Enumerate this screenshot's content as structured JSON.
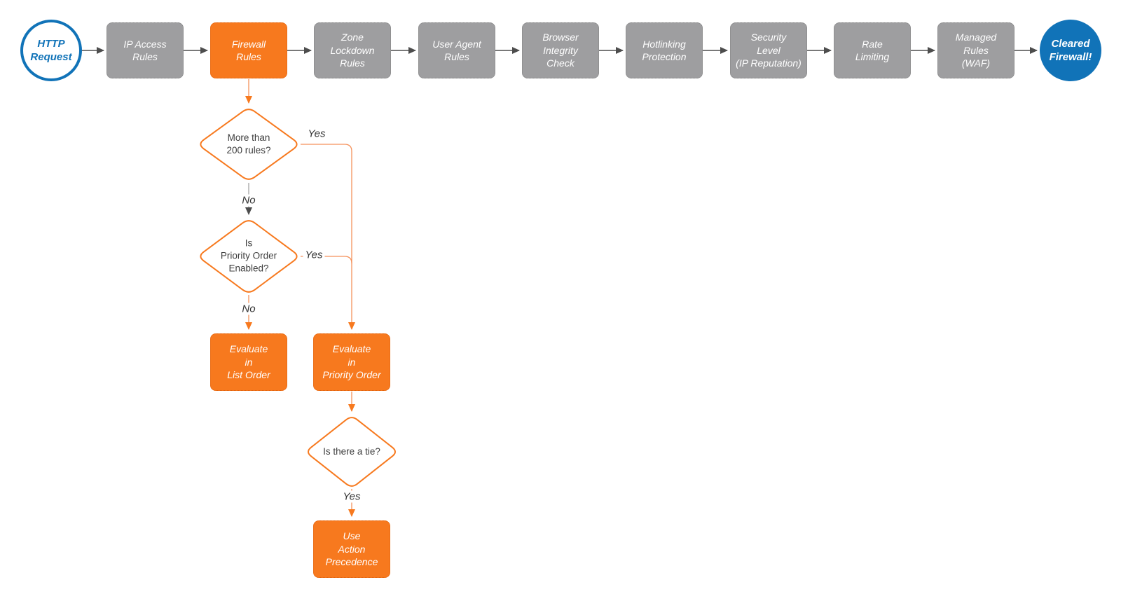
{
  "colors": {
    "accent_orange": "#F7791E",
    "accent_blue": "#1173B8",
    "node_gray": "#9E9EA0",
    "connector_dark": "#4D4D4D",
    "connector_orange": "#F5915A",
    "diamond_text": "#3D3D3D"
  },
  "pipeline": [
    {
      "id": "http-request",
      "label": "HTTP\nRequest"
    },
    {
      "id": "ip-access-rules",
      "label": "IP Access\nRules"
    },
    {
      "id": "firewall-rules",
      "label": "Firewall\nRules"
    },
    {
      "id": "zone-lockdown-rules",
      "label": "Zone\nLockdown\nRules"
    },
    {
      "id": "user-agent-rules",
      "label": "User Agent\nRules"
    },
    {
      "id": "browser-integrity-check",
      "label": "Browser\nIntegrity\nCheck"
    },
    {
      "id": "hotlinking-protection",
      "label": "Hotlinking\nProtection"
    },
    {
      "id": "security-level",
      "label": "Security\nLevel\n(IP Reputation)"
    },
    {
      "id": "rate-limiting",
      "label": "Rate\nLimiting"
    },
    {
      "id": "managed-rules-waf",
      "label": "Managed\nRules\n(WAF)"
    },
    {
      "id": "cleared-firewall",
      "label": "Cleared\nFirewall!"
    }
  ],
  "decisions": {
    "more_than_200": "More than\n200 rules?",
    "priority_enabled": "Is\nPriority Order\nEnabled?",
    "tie": "Is there a tie?"
  },
  "actions": {
    "list_order": "Evaluate\nin\nList Order",
    "priority_order": "Evaluate\nin\nPriority Order",
    "action_precedence": "Use\nAction\nPrecedence"
  },
  "edge_labels": {
    "yes_200": "Yes",
    "no_200": "No",
    "yes_priority": "Yes",
    "no_priority": "No",
    "yes_tie": "Yes"
  }
}
